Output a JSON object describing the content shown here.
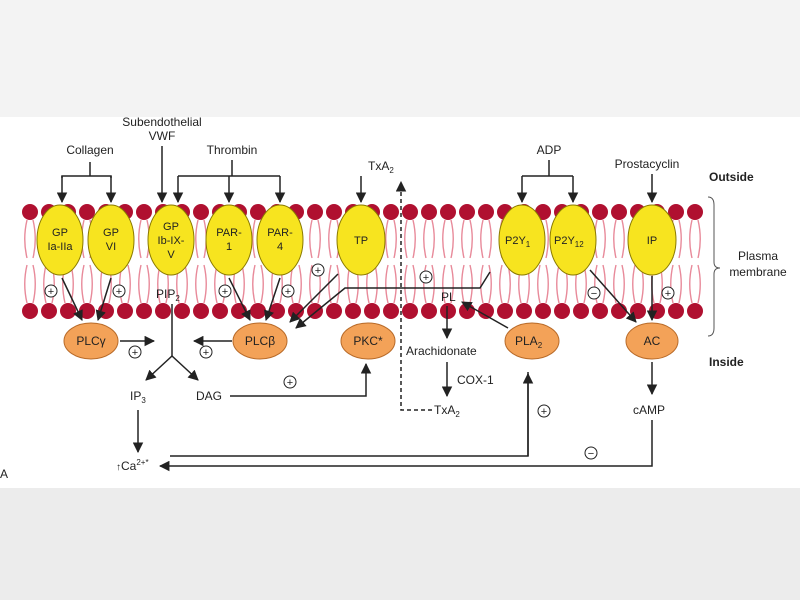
{
  "ligands": {
    "collagen": "Collagen",
    "vwf_line1": "Subendothelial",
    "vwf_line2": "VWF",
    "thrombin": "Thrombin",
    "txa2": "TxA",
    "adp": "ADP",
    "prostacyclin": "Prostacyclin"
  },
  "sides": {
    "outside": "Outside",
    "inside": "Inside"
  },
  "membrane": {
    "line1": "Plasma",
    "line2": "membrane"
  },
  "receptors": {
    "gp_ia_iia_l1": "GP",
    "gp_ia_iia_l2": "Ia-IIa",
    "gp_vi_l1": "GP",
    "gp_vi_l2": "VI",
    "gp_ib_l1": "GP",
    "gp_ib_l2": "Ib-IX-",
    "gp_ib_l3": "V",
    "par1_l1": "PAR-",
    "par1_l2": "1",
    "par4_l1": "PAR-",
    "par4_l2": "4",
    "tp": "TP",
    "p2y1": "P2Y",
    "p2y1_sub": "1",
    "p2y12": "P2Y",
    "p2y12_sub": "12",
    "ip": "IP"
  },
  "enzymes": {
    "plcg": "PLCγ",
    "plcb": "PLCβ",
    "pkc": "PKC*",
    "pla2": "PLA",
    "pla2_sub": "2",
    "ac": "AC"
  },
  "molecules": {
    "pip2": "PIP",
    "pip2_sub": "2",
    "ip3": "IP",
    "ip3_sub": "3",
    "dag": "DAG",
    "pl": "PL",
    "arachidonate": "Arachidonate",
    "cox1": "COX-1",
    "txa2_bottom": "TxA",
    "camp": "cAMP",
    "ca_base": "Ca",
    "ca_sup": "2+*",
    "sub_2": "2"
  },
  "panel_label": "A",
  "symbols": {
    "plus": "+",
    "minus": "−"
  },
  "colors": {
    "receptor_fill": "#f7e41f",
    "receptor_stroke": "#8a7a00",
    "enzyme_fill": "#f3a258",
    "enzyme_stroke": "#b86a28",
    "lipid_head": "#b01030",
    "lipid_tail": "#e88a9a"
  }
}
